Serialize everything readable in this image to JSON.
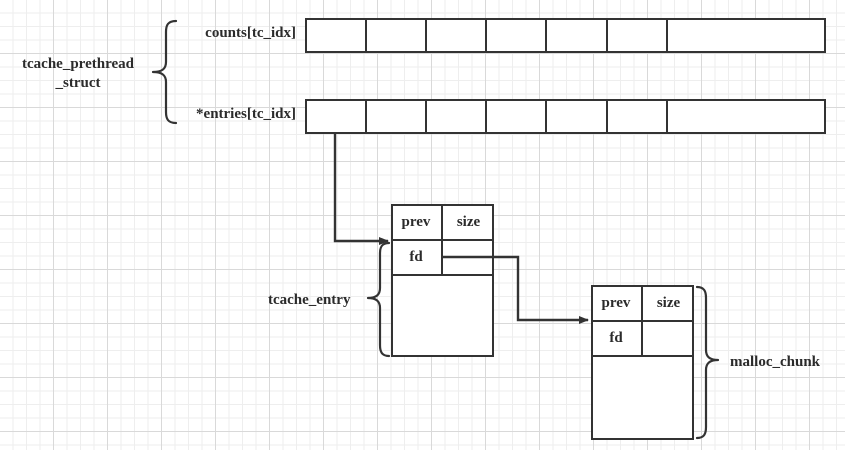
{
  "diagram": {
    "title_label": "tcache_prethread\n_struct",
    "arrays": [
      {
        "name": "counts-array",
        "label": "counts[tc_idx]",
        "cell_count": 7
      },
      {
        "name": "entries-array",
        "label": "*entries[tc_idx]",
        "cell_count": 7
      }
    ],
    "chunks": [
      {
        "name": "tcache-entry-chunk",
        "label": "tcache_entry",
        "fields": {
          "prev": "prev",
          "size": "size",
          "fd": "fd",
          "bk": ""
        }
      },
      {
        "name": "malloc-chunk",
        "label": "malloc_chunk",
        "fields": {
          "prev": "prev",
          "size": "size",
          "fd": "fd",
          "bk": ""
        }
      }
    ],
    "colors": {
      "stroke": "#333333",
      "text": "#2b2b2b",
      "grid_minor": "#eeeeee",
      "grid_major": "#d9d9d9",
      "background": "#ffffff"
    }
  }
}
